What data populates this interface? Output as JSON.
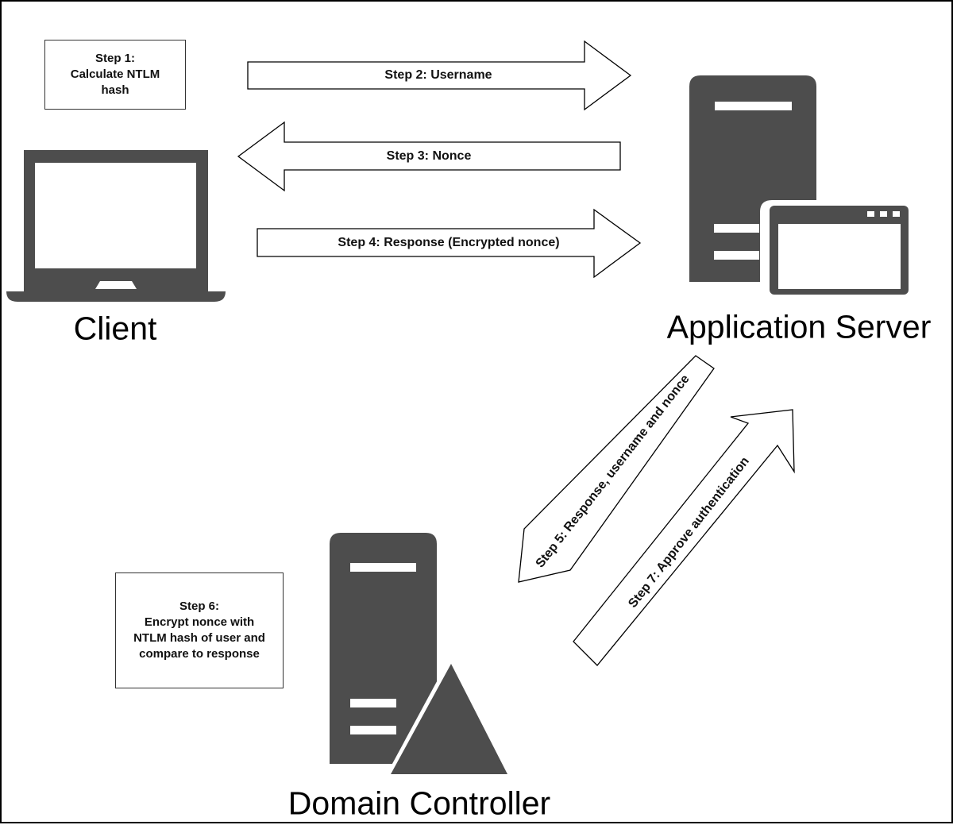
{
  "notes": {
    "step1": [
      "Step 1:",
      "Calculate NTLM",
      "hash"
    ],
    "step6": [
      "Step 6:",
      "Encrypt nonce with",
      "NTLM hash of user and",
      "compare to response"
    ]
  },
  "arrows": {
    "step2": "Step 2: Username",
    "step3": "Step 3: Nonce",
    "step4": "Step 4: Response (Encrypted nonce)",
    "step5": "Step 5: Response, username and nonce",
    "step7": "Step 7: Approve authentication"
  },
  "nodes": {
    "client": "Client",
    "app_server": "Application Server",
    "domain_controller": "Domain Controller"
  },
  "colors": {
    "icon": "#4d4d4d",
    "outline": "#000000",
    "background": "#ffffff"
  }
}
